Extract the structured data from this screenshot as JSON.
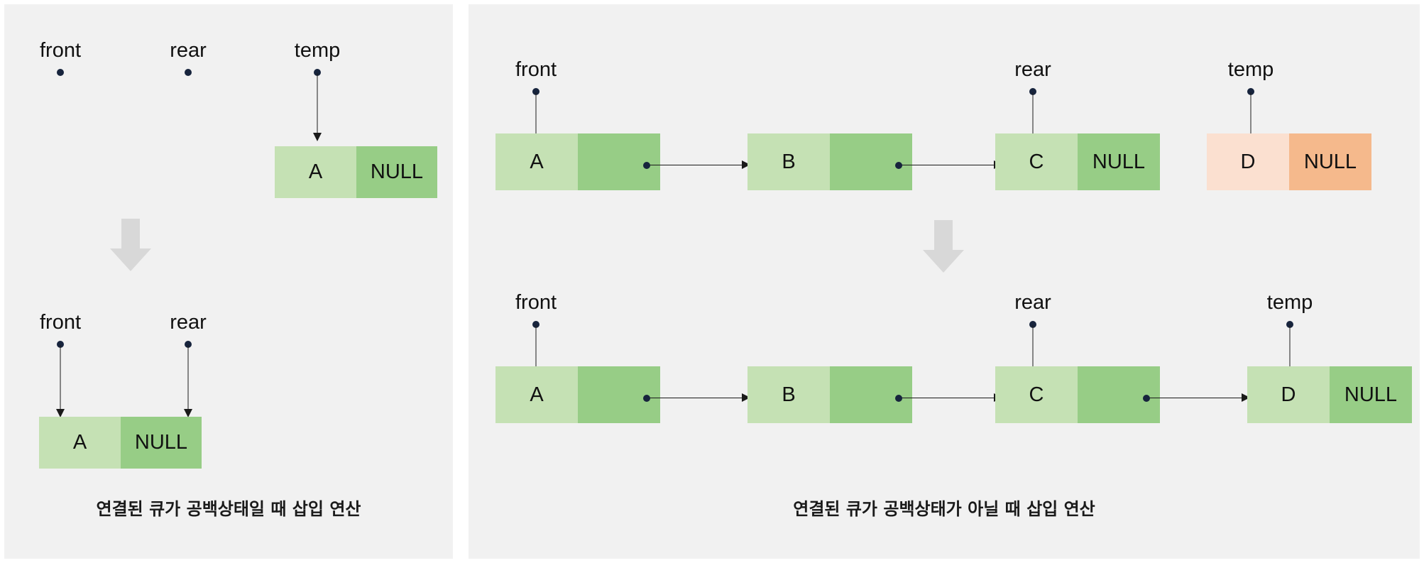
{
  "figure": {
    "title_left": "연결된 큐가 공백상태일 때 삽입 연산",
    "title_right": "연결된 큐가 공백상태가 아닐 때 삽입 연산",
    "colors": {
      "panel_background": "#f1f1f1",
      "node_data": "#c5e1b4",
      "node_link": "#97cd86",
      "new_node_data": "#fbe0d0",
      "new_node_link": "#f5b98c",
      "pointer": "#17243d",
      "transition_arrow": "#d8d8d8"
    }
  },
  "labels": {
    "front": "front",
    "rear": "rear",
    "temp": "temp",
    "null": "NULL"
  },
  "left_panel": {
    "before": {
      "pointers": [
        {
          "name": "front",
          "attached": false
        },
        {
          "name": "rear",
          "attached": false
        },
        {
          "name": "temp",
          "attached": true,
          "target": "A"
        }
      ],
      "nodes": [
        {
          "data": "A",
          "link": "NULL",
          "style": "green"
        }
      ]
    },
    "after": {
      "pointers": [
        {
          "name": "front",
          "attached": true,
          "target": "A"
        },
        {
          "name": "rear",
          "attached": true,
          "target": "A"
        }
      ],
      "nodes": [
        {
          "data": "A",
          "link": "NULL",
          "style": "green"
        }
      ]
    }
  },
  "right_panel": {
    "before": {
      "pointers": [
        {
          "name": "front",
          "attached": true,
          "target": "A"
        },
        {
          "name": "rear",
          "attached": true,
          "target": "C"
        },
        {
          "name": "temp",
          "attached": true,
          "target": "D"
        }
      ],
      "nodes": [
        {
          "data": "A",
          "link": "",
          "style": "green"
        },
        {
          "data": "B",
          "link": "",
          "style": "green"
        },
        {
          "data": "C",
          "link": "NULL",
          "style": "green"
        },
        {
          "data": "D",
          "link": "NULL",
          "style": "peach"
        }
      ],
      "links": [
        "A->B",
        "B->C"
      ]
    },
    "after": {
      "pointers": [
        {
          "name": "front",
          "attached": true,
          "target": "A"
        },
        {
          "name": "rear",
          "attached": true,
          "target": "C"
        },
        {
          "name": "temp",
          "attached": true,
          "target": "D"
        }
      ],
      "nodes": [
        {
          "data": "A",
          "link": "",
          "style": "green"
        },
        {
          "data": "B",
          "link": "",
          "style": "green"
        },
        {
          "data": "C",
          "link": "",
          "style": "green"
        },
        {
          "data": "D",
          "link": "NULL",
          "style": "green"
        }
      ],
      "links": [
        "A->B",
        "B->C",
        "C->D"
      ]
    }
  }
}
